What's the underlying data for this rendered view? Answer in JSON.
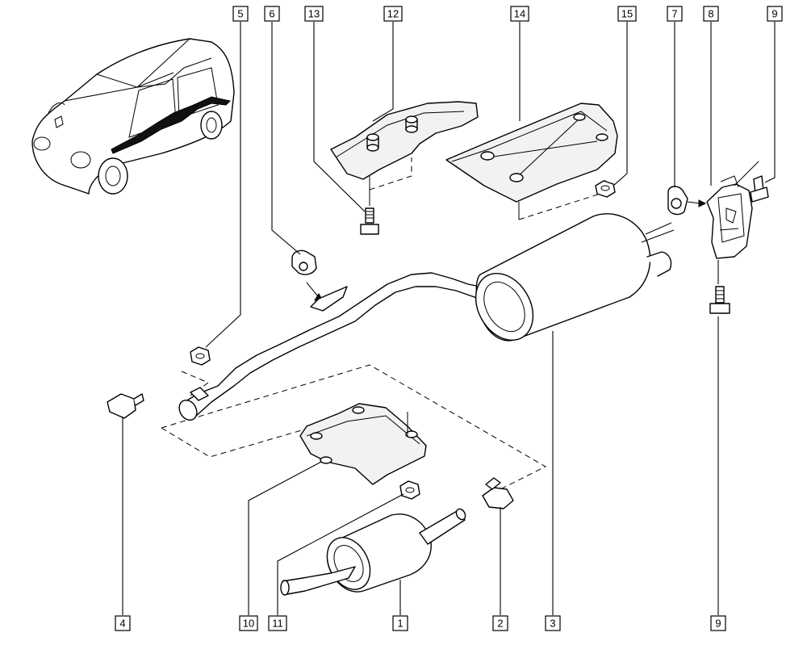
{
  "callouts": [
    {
      "id": "c5",
      "text": "5"
    },
    {
      "id": "c6",
      "text": "6"
    },
    {
      "id": "c13",
      "text": "13"
    },
    {
      "id": "c12",
      "text": "12"
    },
    {
      "id": "c14",
      "text": "14"
    },
    {
      "id": "c15",
      "text": "15"
    },
    {
      "id": "c7",
      "text": "7"
    },
    {
      "id": "c8",
      "text": "8"
    },
    {
      "id": "c9top",
      "text": "9"
    },
    {
      "id": "c4",
      "text": "4"
    },
    {
      "id": "c10",
      "text": "10"
    },
    {
      "id": "c11",
      "text": "11"
    },
    {
      "id": "c1",
      "text": "1"
    },
    {
      "id": "c2",
      "text": "2"
    },
    {
      "id": "c3",
      "text": "3"
    },
    {
      "id": "c9bot",
      "text": "9"
    }
  ]
}
